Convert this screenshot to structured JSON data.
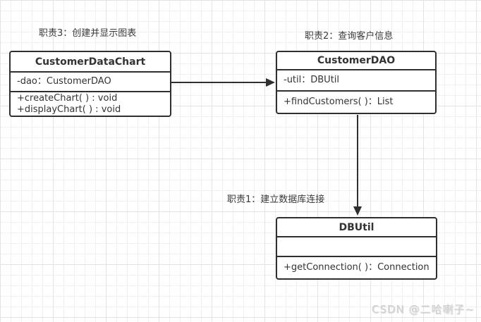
{
  "diagram": {
    "type": "uml-class-diagram",
    "labels": [
      {
        "id": "responsibility-3",
        "text": "职责3：创建并显示图表"
      },
      {
        "id": "responsibility-2",
        "text": "职责2：查询客户信息"
      },
      {
        "id": "responsibility-1",
        "text": "职责1：建立数据库连接"
      }
    ],
    "classes": [
      {
        "title": "CustomerDataChart",
        "attributes": [
          "-dao：CustomerDAO"
        ],
        "methods": [
          "+createChart( ) : void",
          "+displayChart( ) : void"
        ]
      },
      {
        "title": "CustomerDAO",
        "attributes": [
          "-util：DBUtil"
        ],
        "methods": [
          "+findCustomers( )：List"
        ]
      },
      {
        "title": "DBUtil",
        "attributes": [],
        "methods": [
          "+getConnection( )：Connection"
        ]
      }
    ],
    "relations": [
      {
        "from": "CustomerDataChart",
        "to": "CustomerDAO",
        "style": "solid-arrow",
        "direction": "right"
      },
      {
        "from": "CustomerDAO",
        "to": "DBUtil",
        "style": "solid-arrow",
        "direction": "down"
      }
    ],
    "colors": {
      "background": "#ffffff",
      "grid_minor": "#f0f0f0",
      "grid_major": "#e3e3e3",
      "shape_border": "#2f2f2f",
      "text": "#333333",
      "watermark": "#d0d0d0"
    }
  },
  "watermark": {
    "text": "CSDN @二哈喇子~"
  }
}
